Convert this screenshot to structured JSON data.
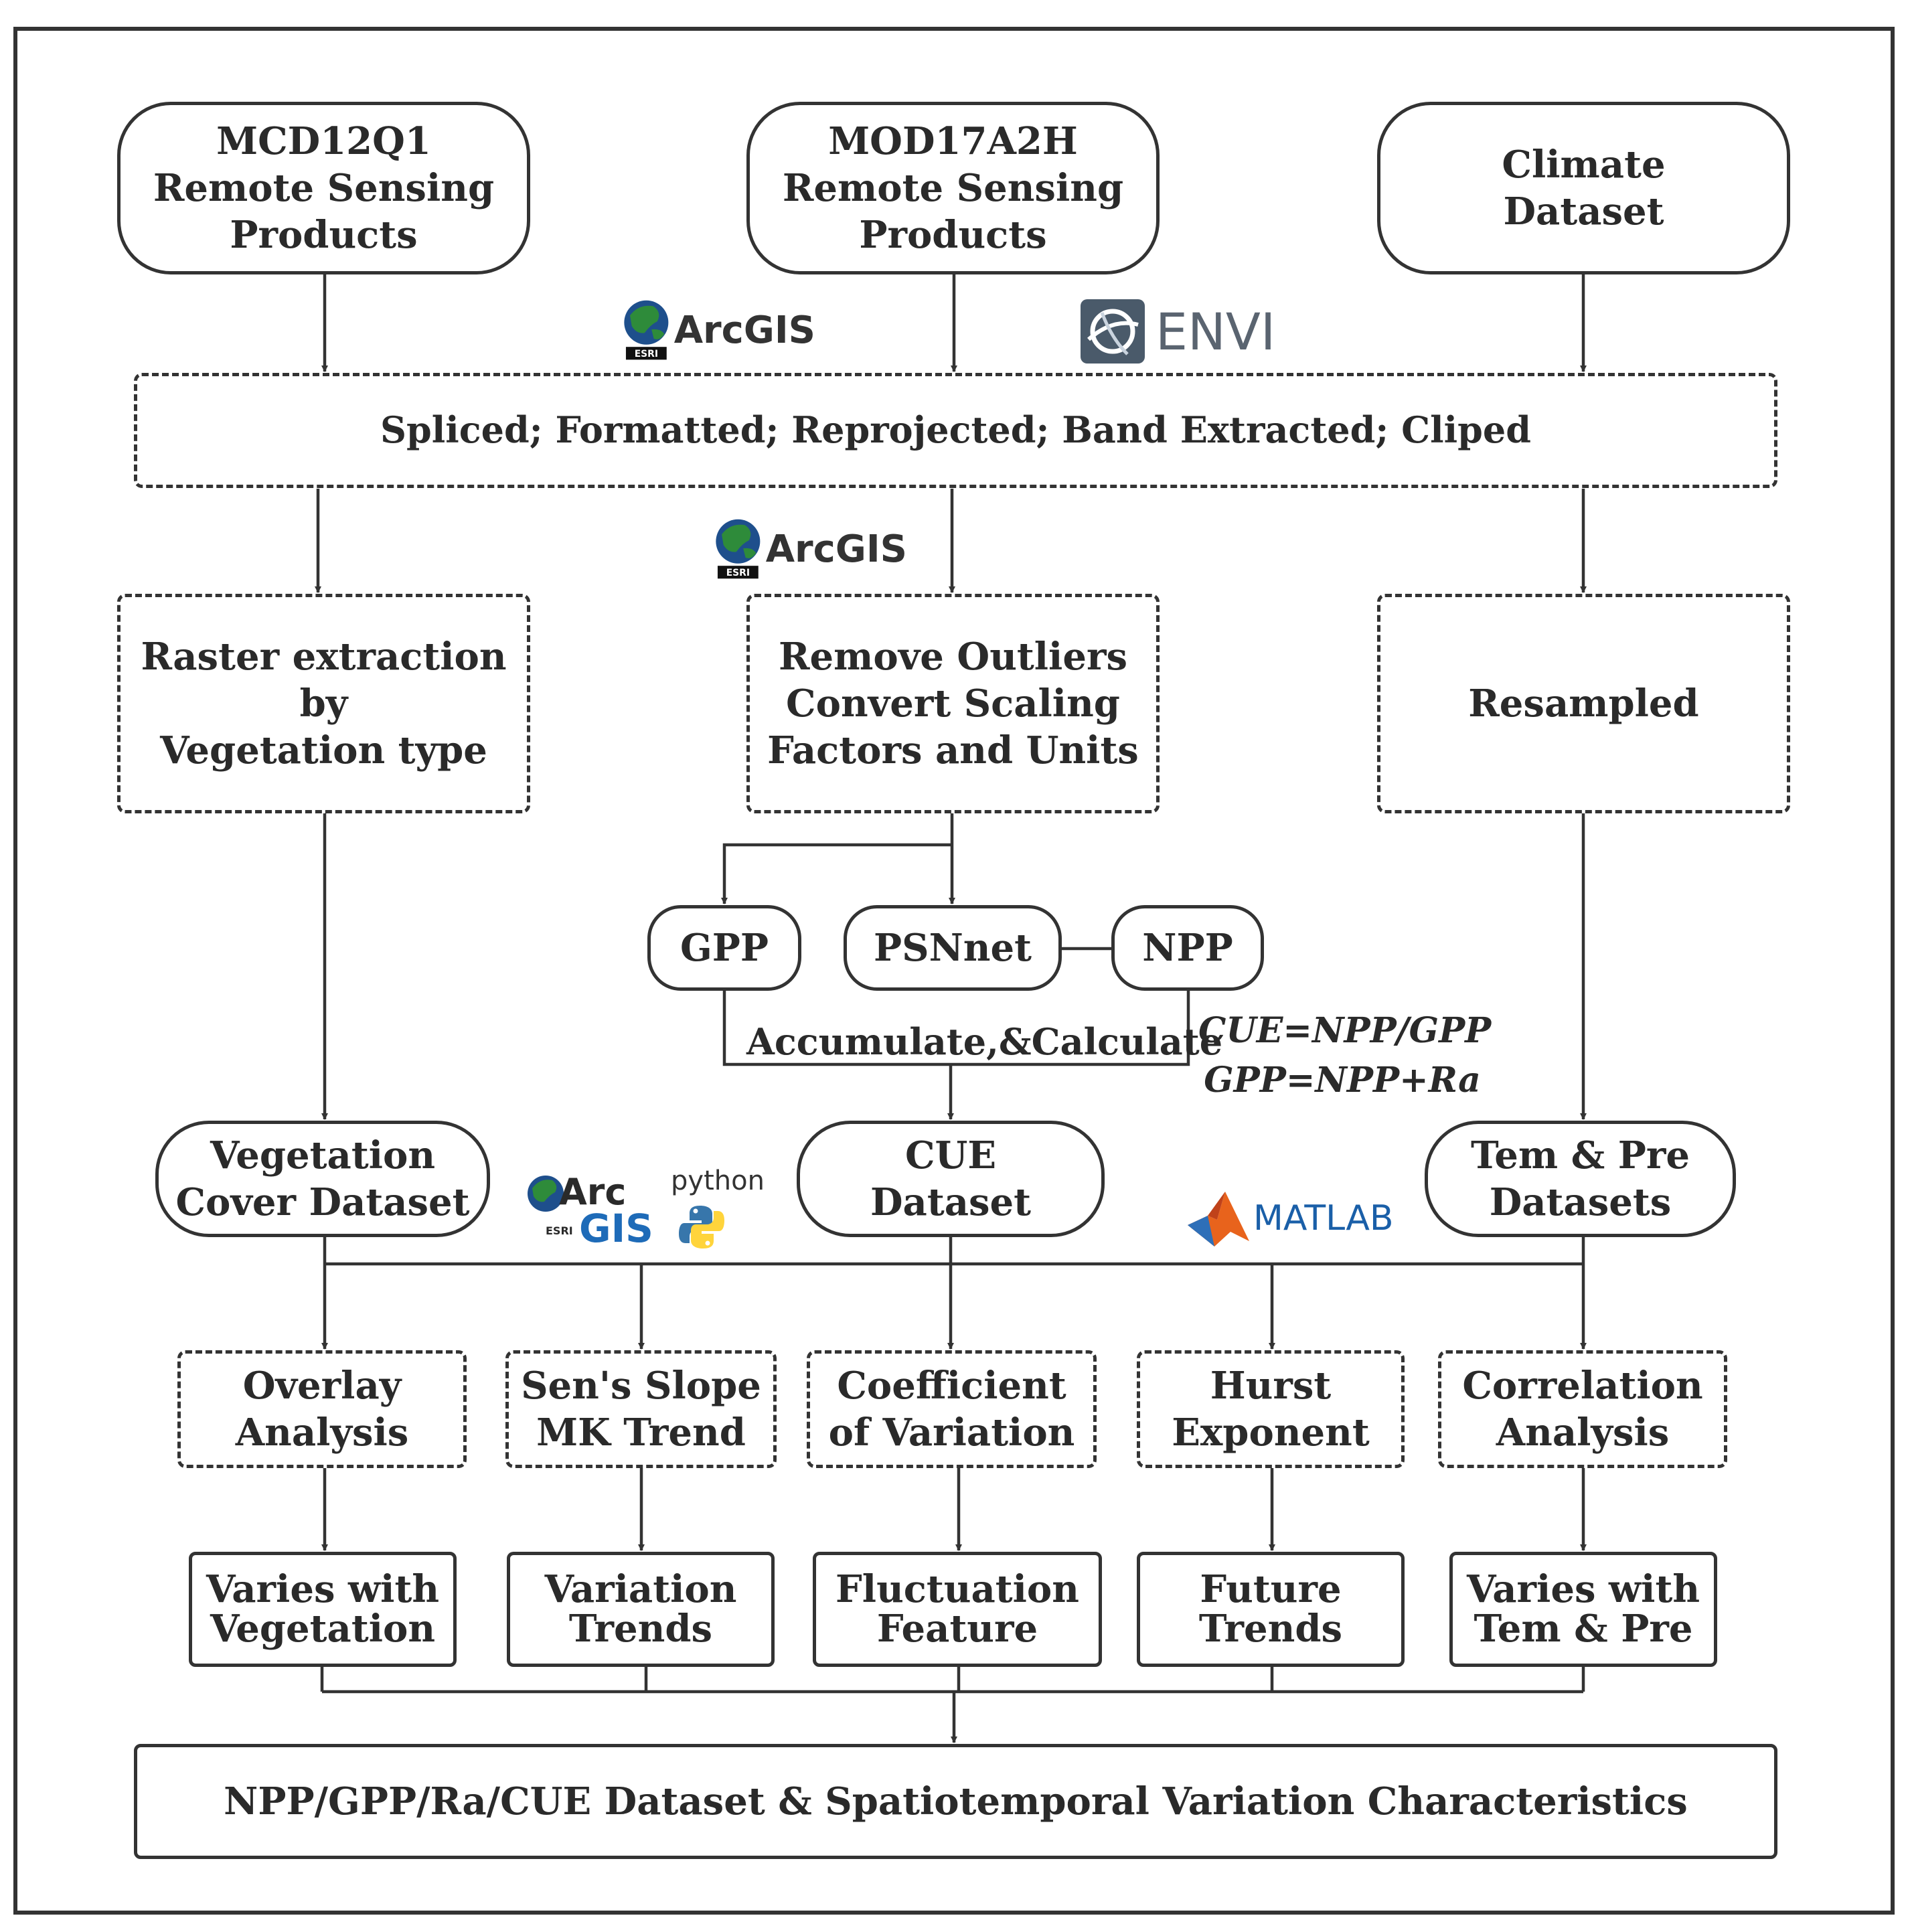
{
  "sources": {
    "mcd12q1": "MCD12Q1\nRemote Sensing\nProducts",
    "mod17a2h": "MOD17A2H\nRemote Sensing\nProducts",
    "climate": "Climate\nDataset"
  },
  "preprocess": "Spliced; Formatted; Reprojected; Band Extracted; Cliped",
  "steps": {
    "raster": "Raster extraction\nby\nVegetation type",
    "remove": "Remove Outliers\nConvert Scaling\nFactors and Units",
    "resampled": "Resampled"
  },
  "variables": {
    "gpp": "GPP",
    "psnnet": "PSNnet",
    "npp": "NPP"
  },
  "accumulate": "Accumulate,&Calculate",
  "formulas": {
    "cue": "CUE=NPP/GPP",
    "gpp": "GPP=NPP+Ra"
  },
  "datasets": {
    "vegetation": "Vegetation\nCover Dataset",
    "cue": "CUE\nDataset",
    "tempre": "Tem & Pre\nDatasets"
  },
  "analyses": [
    "Overlay\nAnalysis",
    "Sen's Slope\nMK Trend",
    "Coefficient\nof Variation",
    "Hurst\nExponent",
    "Correlation\nAnalysis"
  ],
  "results": [
    "Varies with\nVegetation",
    "Variation\nTrends",
    "Fluctuation\nFeature",
    "Future\nTrends",
    "Varies with\nTem & Pre"
  ],
  "final": "NPP/GPP/Ra/CUE Dataset & Spatiotemporal Variation Characteristics",
  "logos": {
    "arcgis": "ArcGIS",
    "esri": "ESRI",
    "envi": "ENVI",
    "arc": "Arc",
    "gis": "GIS",
    "python": "python",
    "matlab": "MATLAB"
  },
  "colors": {
    "stroke": "#333333",
    "text": "#2a2a2a",
    "gis_blue": "#1e6bb8",
    "globe_green": "#2e8b3a",
    "python_blue": "#3776ab",
    "python_yellow": "#ffd43b",
    "matlab_orange": "#e8631c",
    "matlab_text": "#1a5fa8"
  }
}
